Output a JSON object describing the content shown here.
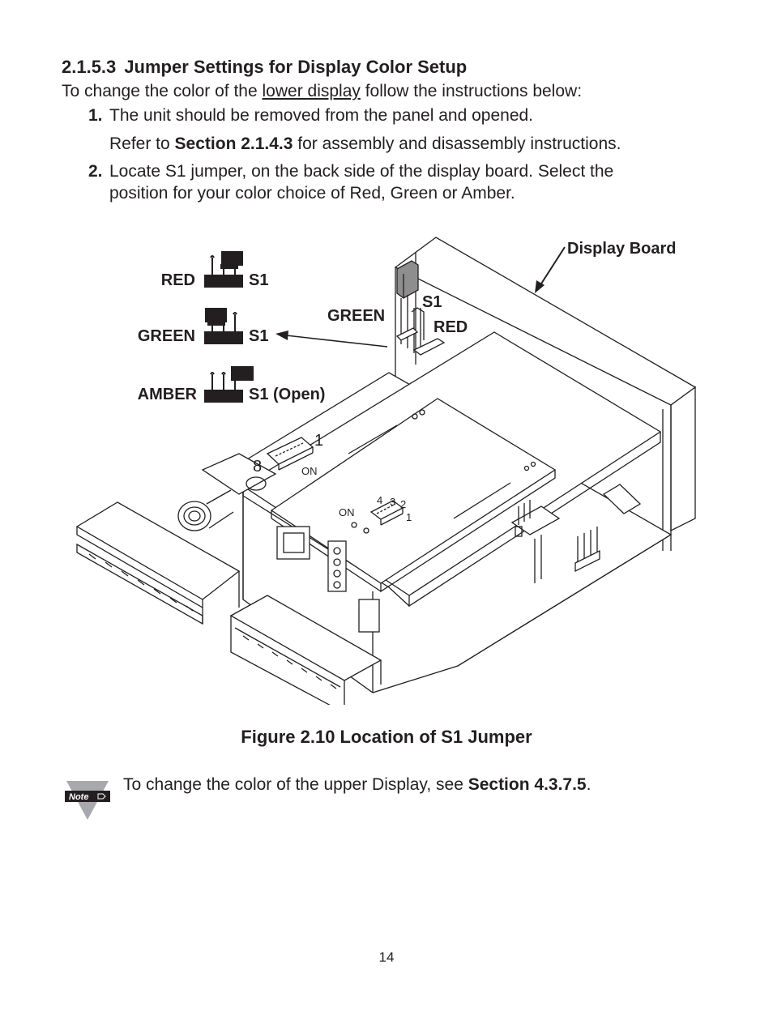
{
  "section": {
    "number": "2.1.5.3",
    "title": "Jumper Settings for Display Color Setup"
  },
  "intro": {
    "before": "To change the color of the ",
    "underlined": "lower display",
    "after": " follow the instructions below:"
  },
  "steps": [
    {
      "num": "1.",
      "line1": "The unit should be removed from the panel and opened.",
      "line2_before": "Refer to ",
      "line2_bold": "Section 2.1.4.3",
      "line2_after": " for assembly and disassembly instructions."
    },
    {
      "num": "2.",
      "line1": "Locate S1 jumper, on the back side of the display board. Select the",
      "line2": "position for your color choice of Red, Green or Amber."
    }
  ],
  "figure": {
    "display_board_label": "Display Board",
    "jumper_options": [
      {
        "color": "RED",
        "state": "S1"
      },
      {
        "color": "GREEN",
        "state": "S1"
      },
      {
        "color": "AMBER",
        "state": "S1 (Open)"
      }
    ],
    "board_labels": {
      "s1": "S1",
      "green": "GREEN",
      "red": "RED"
    },
    "dip8": {
      "one": "1",
      "eight": "8",
      "on": "ON"
    },
    "dip4": {
      "on": "ON",
      "n4": "4",
      "n3": "3",
      "n2": "2",
      "n1": "1"
    },
    "caption": "Figure 2.10  Location of S1 Jumper"
  },
  "note": {
    "icon_label": "Note",
    "before": "To change the color of the upper Display, see ",
    "bold": "Section 4.3.7.5",
    "after": "."
  },
  "page_number": "14"
}
